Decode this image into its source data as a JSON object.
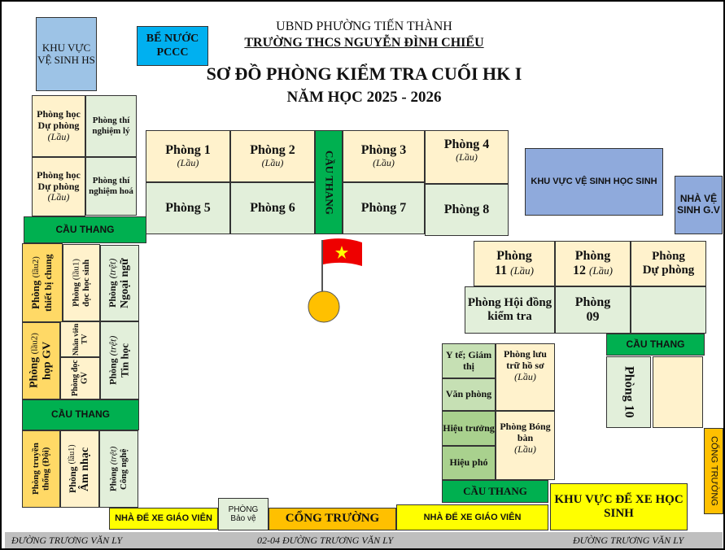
{
  "header": {
    "line1": "UBND PHƯỜNG TIẾN THÀNH",
    "line2": "TRƯỜNG THCS NGUYỄN ĐÌNH CHIỂU",
    "title": "SƠ ĐỒ PHÒNG KIỂM TRA CUỐI HK I",
    "year": "NĂM HỌC 2025 - 2026"
  },
  "lau": "(Lầu)",
  "top": {
    "wc_hs": "KHU VỰC VỆ SINH HS",
    "pccc": "BỂ NƯỚC PCCC",
    "du_phong1": "Phòng học Dự phòng",
    "du_phong2": "Phòng học Dự phòng",
    "tn_ly": "Phòng thí nghiệm lý",
    "tn_hoa": "Phòng thí nghiệm hoá",
    "stairs": "CẦU THANG"
  },
  "rooms": {
    "p1": "Phòng 1",
    "p2": "Phòng 2",
    "p3": "Phòng 3",
    "p4": "Phòng 4",
    "p5": "Phòng 5",
    "p6": "Phòng 6",
    "p7": "Phòng 7",
    "p8": "Phòng 8",
    "stairs": "CẦU THANG"
  },
  "right": {
    "wc_big": "KHU VỰC VỆ SINH HỌC SINH",
    "wc_gv": "NHÀ VỆ SINH G.V",
    "p11a": "Phòng",
    "p11b": "11",
    "p12a": "Phòng",
    "p12b": "12",
    "dp_a": "Phòng",
    "dp_b": "Dự phòng",
    "hoidong": "Phòng Hội đồng kiểm tra",
    "p09a": "Phòng",
    "p09b": "09",
    "stairs": "CẦU THANG",
    "p10": "Phòng 10",
    "cong_truong": "CỔNG TRƯỜNG"
  },
  "left": {
    "tb_a": "Phòng",
    "tb_lau": "(lầu2)",
    "tb_b": "thiết bị chung",
    "doc_a": "Phòng",
    "doc_lau": "(lầu1)",
    "doc_b": "đọc học sinh",
    "nn_a": "Phòng",
    "tret": "(trệt)",
    "nn_b": "Ngoại ngữ",
    "hop_a": "Phòng",
    "hop_lau": "(lầu2)",
    "hop_b": "họp GV",
    "nvtv": "Nhân viên TV",
    "docgv": "Phòng đọc GV",
    "th_b": "Tin học",
    "stairs": "CẦU THANG",
    "tt": "Phòng truyền thống (Đội)",
    "an_a": "Phòng",
    "an_lau": "(lầu1)",
    "an_b": "Âm nhạc",
    "cn_b": "Công nghệ"
  },
  "mid": {
    "yte": "Y tế; Giám thị",
    "vp": "Văn phòng",
    "ht": "Hiệu trưởng",
    "hp": "Hiệu phó",
    "luutru": "Phòng lưu trữ hồ sơ",
    "bongban": "Phòng Bóng bàn",
    "stairs": "CẦU THANG"
  },
  "bottom": {
    "xe_gv1": "NHÀ ĐỂ XE GIÁO VIÊN",
    "baove_a": "PHÒNG",
    "baove_b": "Bảo vệ",
    "cong": "CỔNG TRƯỜNG",
    "xe_gv2": "NHÀ ĐỂ XE GIÁO VIÊN",
    "xe_hs": "KHU VỰC ĐỂ XE HỌC SINH"
  },
  "footer": {
    "left": "ĐƯỜNG TRƯƠNG VĂN LY",
    "center": "02-04 ĐƯỜNG TRƯƠNG VĂN LY",
    "right": "ĐƯỜNG TRƯƠNG VĂN LY"
  }
}
